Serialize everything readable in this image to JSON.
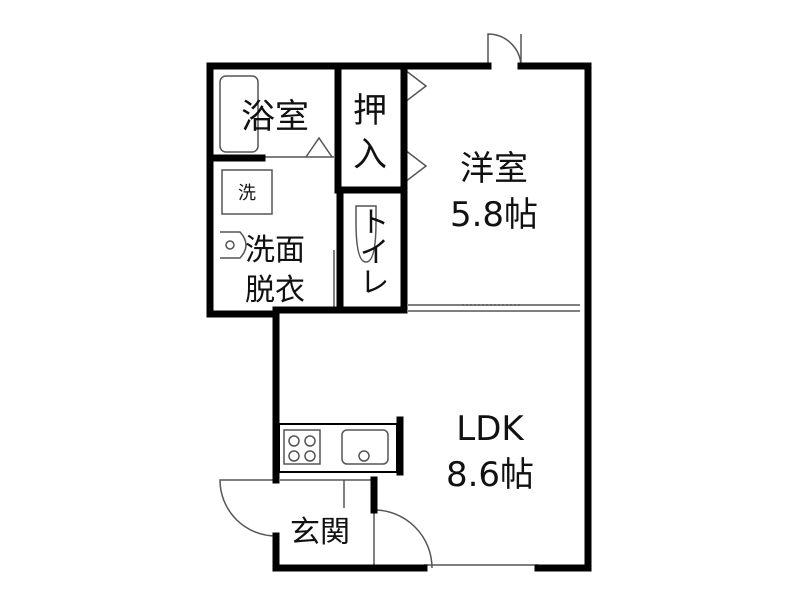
{
  "rooms": {
    "bath": "浴室",
    "closet": "押入",
    "western_name": "洋室",
    "western_size": "5.8帖",
    "washer": "洗",
    "washroom_line1": "洗面",
    "washroom_line2": "脱衣",
    "toilet": "トイレ",
    "ldk_name": "LDK",
    "ldk_size": "8.6帖",
    "entrance": "玄関"
  },
  "colors": {
    "wall": "#000000",
    "fixture": "#555555",
    "background": "#ffffff"
  }
}
